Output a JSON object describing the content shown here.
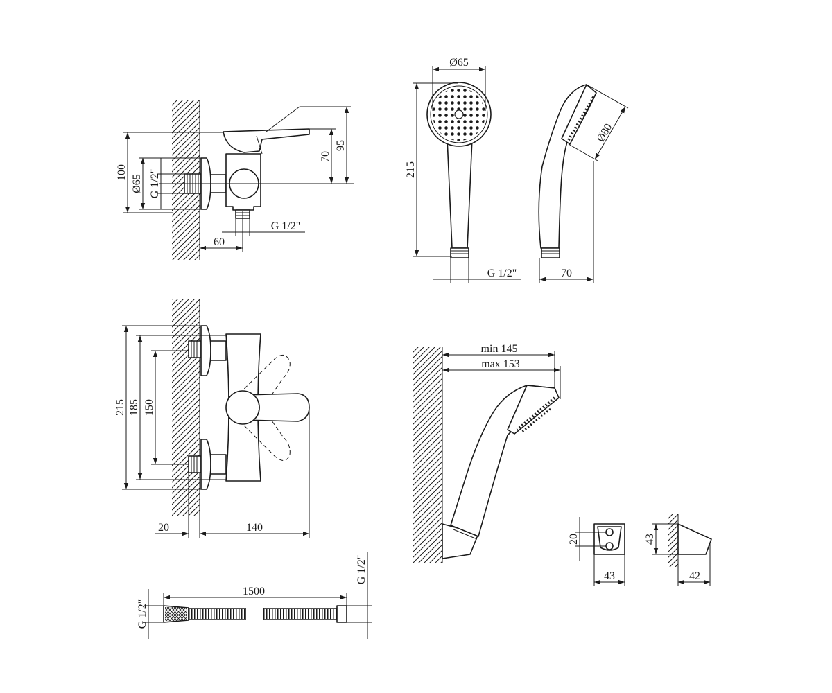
{
  "side_view": {
    "height_100": "100",
    "diam_65": "Ø65",
    "thread_left": "G 1/2\"",
    "height_70": "70",
    "height_95": "95",
    "thread_bottom": "G 1/2\"",
    "width_60": "60"
  },
  "shower_front": {
    "diam_65": "Ø65",
    "length_215": "215",
    "thread": "G 1/2\""
  },
  "shower_side": {
    "diam_80": "Ø80",
    "depth_70": "70"
  },
  "front_view": {
    "height_215": "215",
    "height_185": "185",
    "height_150": "150",
    "offset_20": "20",
    "reach_140": "140"
  },
  "mounted_view": {
    "min_145": "min 145",
    "max_153": "max 153"
  },
  "holder_front": {
    "height_20": "20",
    "width_43": "43"
  },
  "holder_side": {
    "height_43": "43",
    "depth_42": "42"
  },
  "hose": {
    "length_1500": "1500",
    "thread_left": "G 1/2\"",
    "thread_right": "G 1/2\""
  }
}
